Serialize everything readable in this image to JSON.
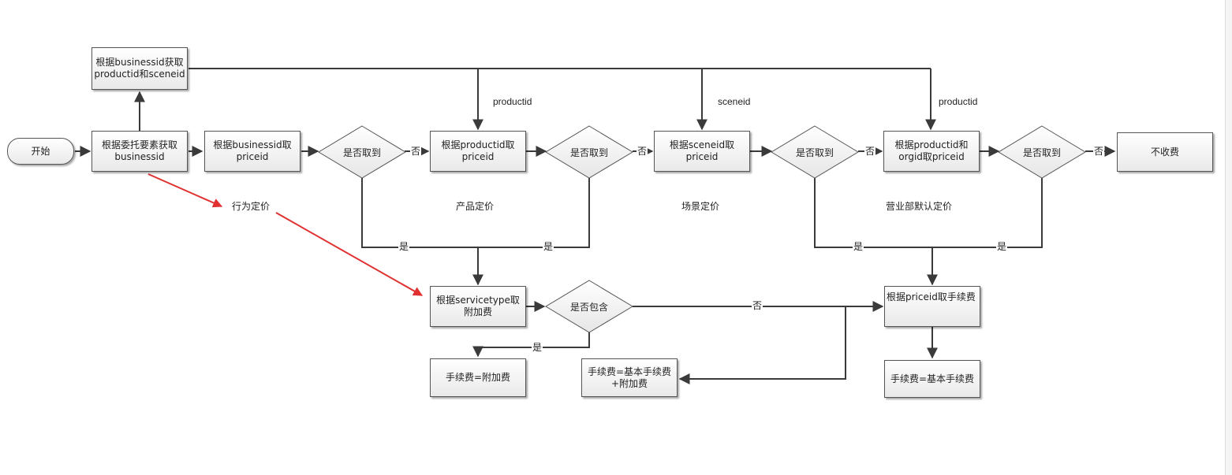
{
  "nodes": {
    "start": "开始",
    "get_businessid": "根据委托要素获取businessid",
    "get_product_scene": "根据businessid获取productid和sceneid",
    "businessid_price": "根据businessid取priceid",
    "productid_price": "根据productid取priceid",
    "sceneid_price": "根据sceneid取priceid",
    "product_org_price": "根据productid和orgid取priceid",
    "no_fee": "不收费",
    "servicetype_fee": "根据servicetype取附加费",
    "fee_additional": "手续费=附加费",
    "fee_base_plus": "手续费=基本手续费+附加费",
    "priceid_fee": "根据priceid取手续费",
    "fee_base": "手续费=基本手续费"
  },
  "decisions": {
    "d1": "是否取到",
    "d2": "是否取到",
    "d3": "是否取到",
    "d4": "是否取到",
    "d5": "是否包含"
  },
  "edge_labels": {
    "productid_1": "productid",
    "sceneid": "sceneid",
    "productid_2": "productid",
    "no": "否",
    "yes": "是"
  },
  "section_labels": {
    "behavior": "行为定价",
    "product": "产品定价",
    "scene": "场景定价",
    "branch": "营业部默认定价"
  },
  "colors": {
    "line": "#3a3a3a",
    "annotation_arrow": "#e03030"
  }
}
